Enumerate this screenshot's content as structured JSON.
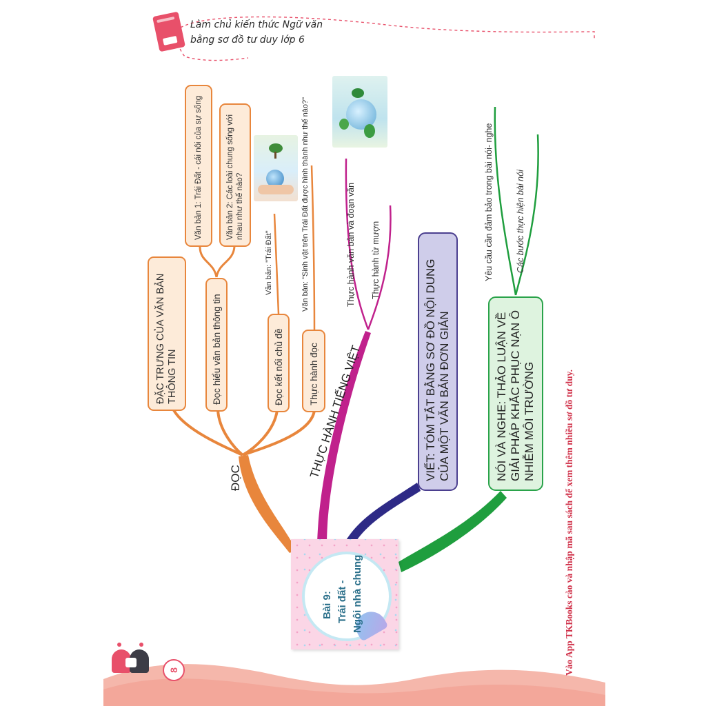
{
  "header": {
    "line1": "Làm chủ kiến thức Ngữ văn",
    "line2": "bằng sơ đồ tư duy lớp 6"
  },
  "center": {
    "lines": [
      "Bài 9:",
      "Trái đất -",
      "Ngôi nhà chung"
    ]
  },
  "branches": {
    "doc": {
      "label": "ĐỌC",
      "nodes": {
        "dac_trung": "ĐẶC TRƯNG CỦA VĂN BẢN THÔNG TIN",
        "doc_hieu": "Đọc hiểu văn bản thông tin",
        "doc_ket_noi": "Đọc kết nối chủ đề",
        "thuc_hanh_doc": "Thực hành đọc",
        "van_ban_1": "Văn bản 1: Trái Đất - cái nôi của sự sống",
        "van_ban_2": "Văn bản 2: Các loài chung sống với nhau như thế nào?",
        "trai_dat": "Văn bản: \"Trái Đất\"",
        "sinh_vat": "Văn bản: \"Sinh vật trên Trái Đất được hình thành như thế nào?\""
      }
    },
    "tieng_viet": {
      "label": "THỰC HÀNH TIẾNG VIỆT",
      "leaves": [
        "Thực hành văn bản và đoạn văn",
        "Thực hành từ mượn"
      ]
    },
    "viet": {
      "label": "VIẾT: TÓM TẮT BẰNG SƠ ĐỒ NỘI DUNG CỦA MỘT VĂN BẢN ĐƠN GIẢN"
    },
    "noi_nghe": {
      "label": "NÓI VÀ NGHE: THẢO LUẬN VỀ GIẢI PHÁP KHẮC PHỤC NẠN Ô NHIỄM MÔI TRƯỜNG",
      "leaves": [
        "Yêu cầu cần đảm bảo trong bài nói- nghe",
        "Các bước thực hiện bài nói"
      ]
    }
  },
  "side_note": "Vào App TKBooks cào và nhập mã sau sách để xem thêm nhiều sơ đồ tư duy.",
  "page_number": "8",
  "colors": {
    "doc": "#e8863c",
    "tieng_viet": "#c0218c",
    "viet": "#2e2a86",
    "noi_nghe": "#1f9e3e",
    "accent_pink": "#e8506a",
    "wave": "#f5b7ab"
  },
  "icons": [
    "book-icon",
    "earth-hands-image",
    "earth-plants-image",
    "sticker-icon"
  ]
}
